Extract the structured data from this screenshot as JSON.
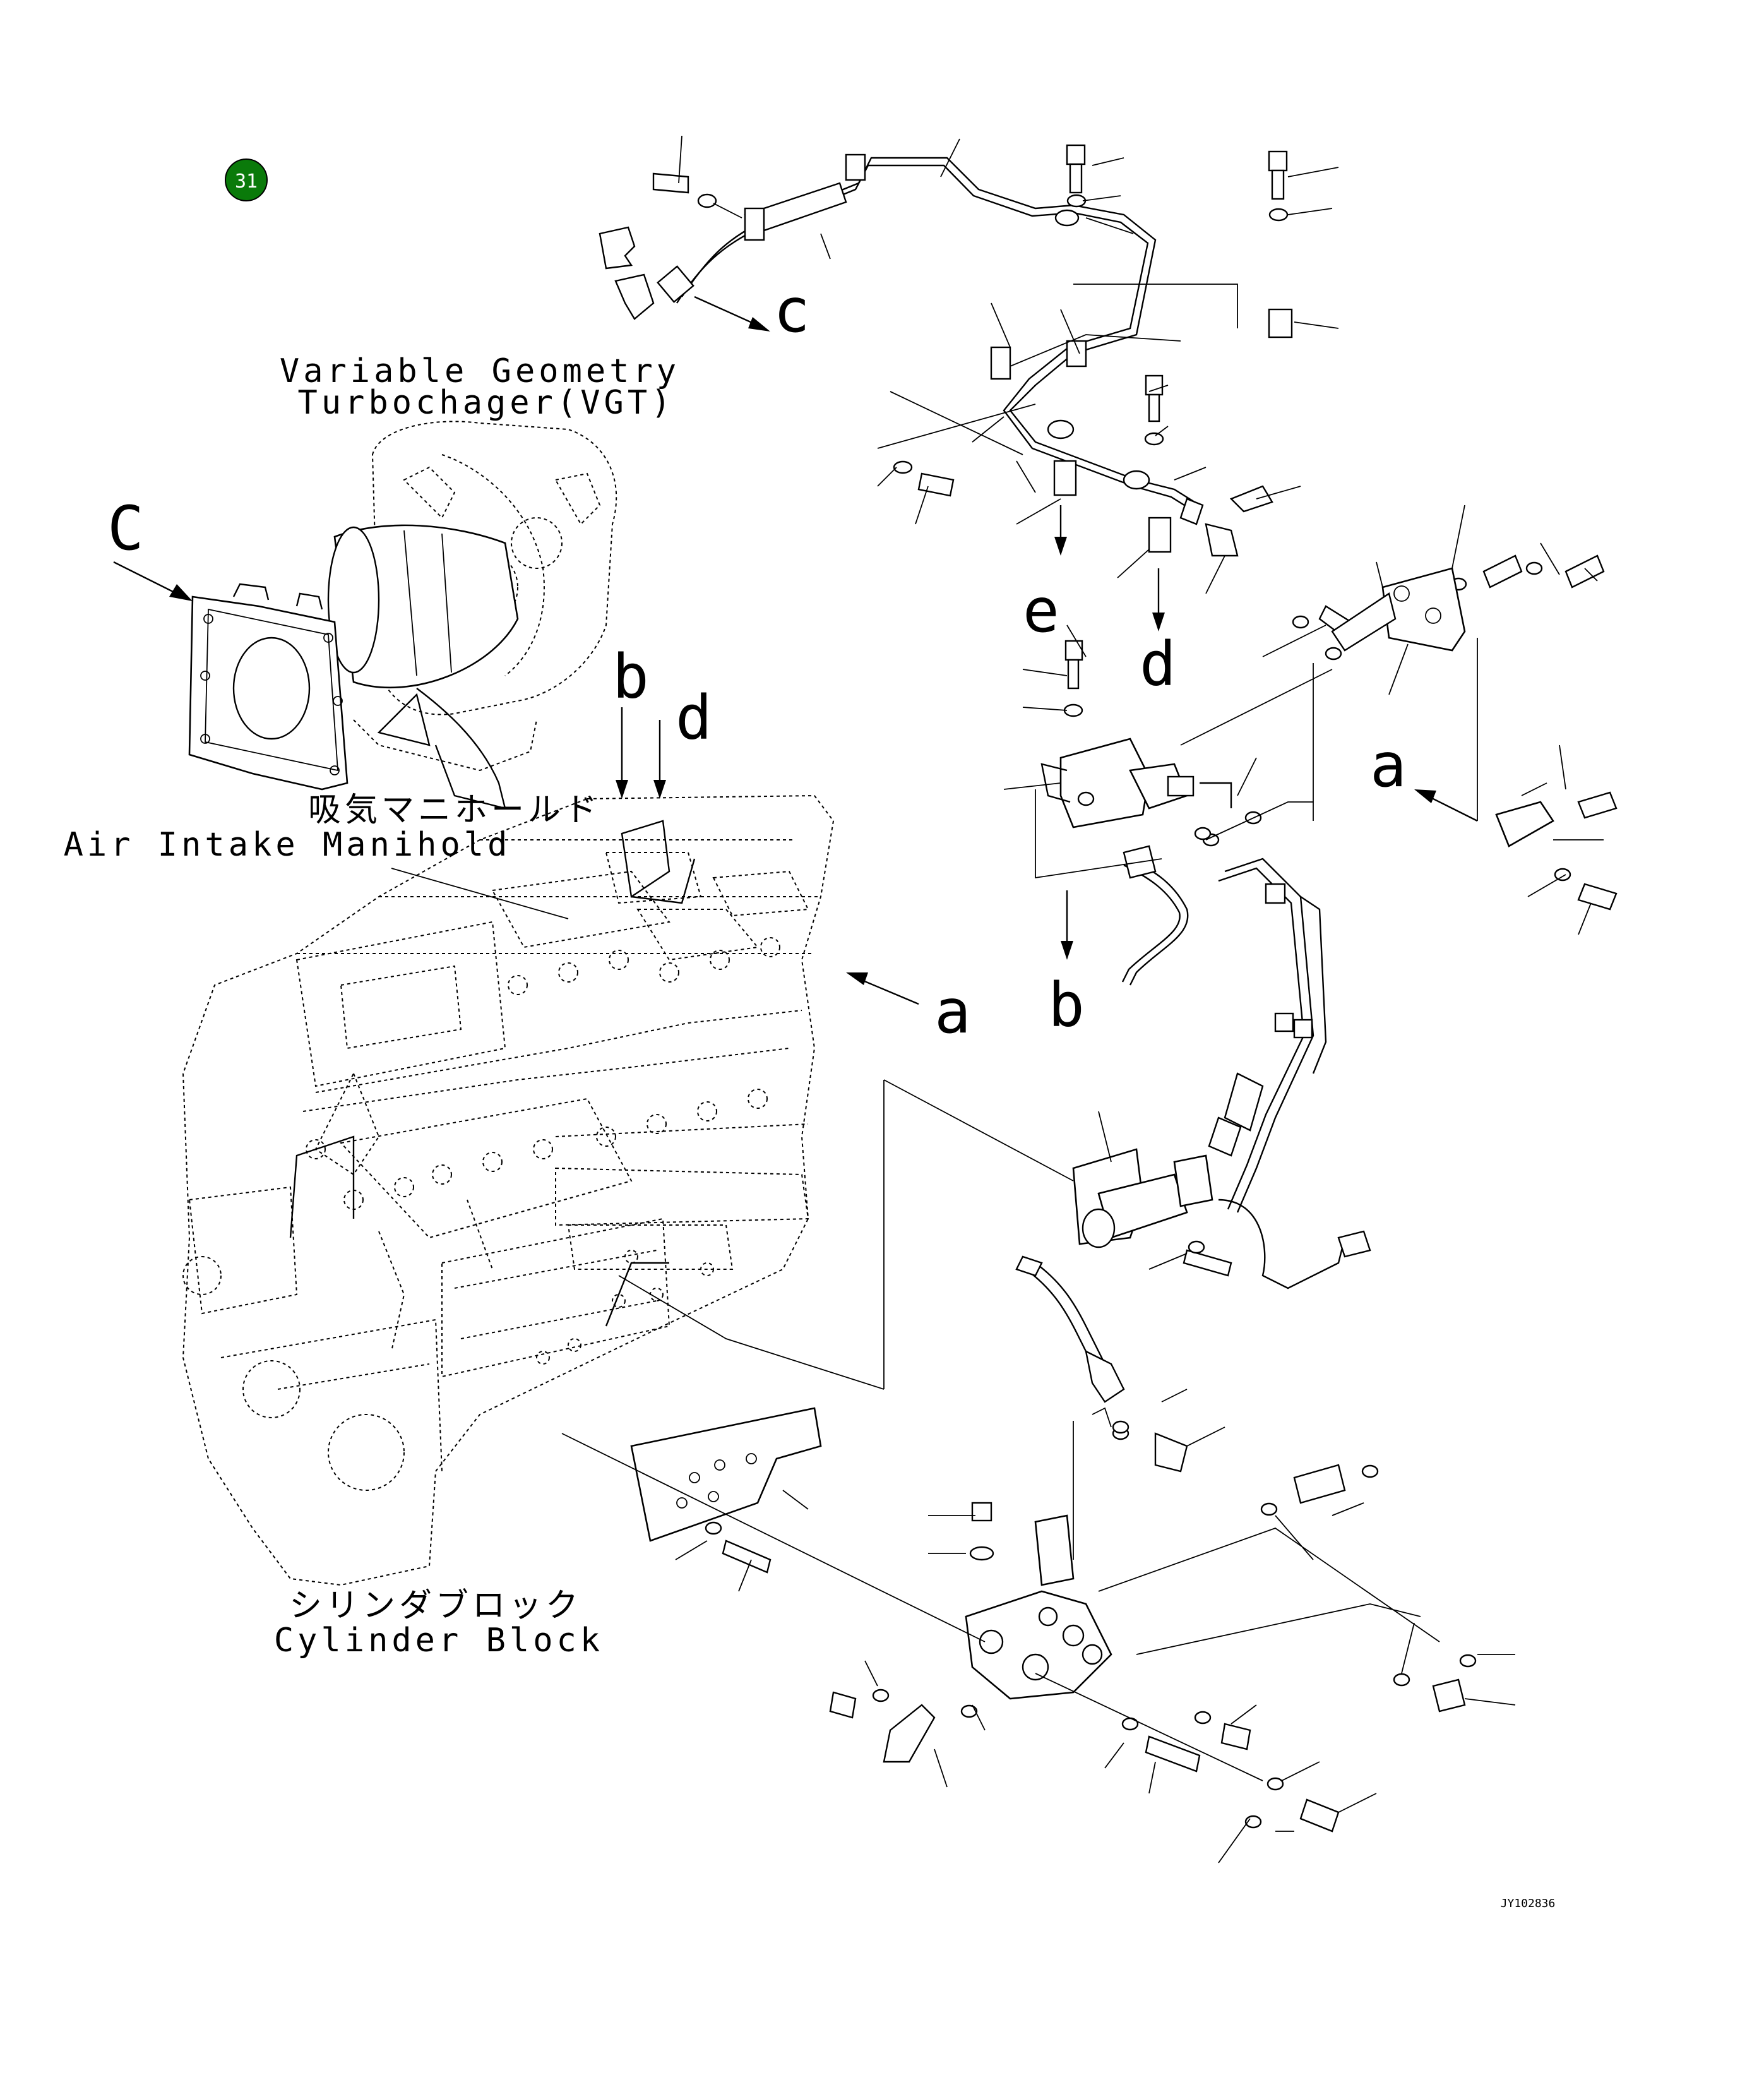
{
  "badge": {
    "number": "31",
    "color": "#0a7a0a"
  },
  "labels": {
    "vgt_line1": "Variable Geometry",
    "vgt_line2": "Turbochager(VGT)",
    "manifold_jp": "吸気マニホールド",
    "manifold_en": "Air Intake Manihold",
    "block_jp": "シリンダブロック",
    "block_en": "Cylinder Block"
  },
  "view_letters": {
    "c_upper": "c",
    "c_vgt": "C",
    "e": "e",
    "d_upper": "d",
    "b_block": "b",
    "d_block": "d",
    "a_right": "a",
    "a_block": "a",
    "b_lower": "b"
  },
  "drawing_code": "JY102836"
}
